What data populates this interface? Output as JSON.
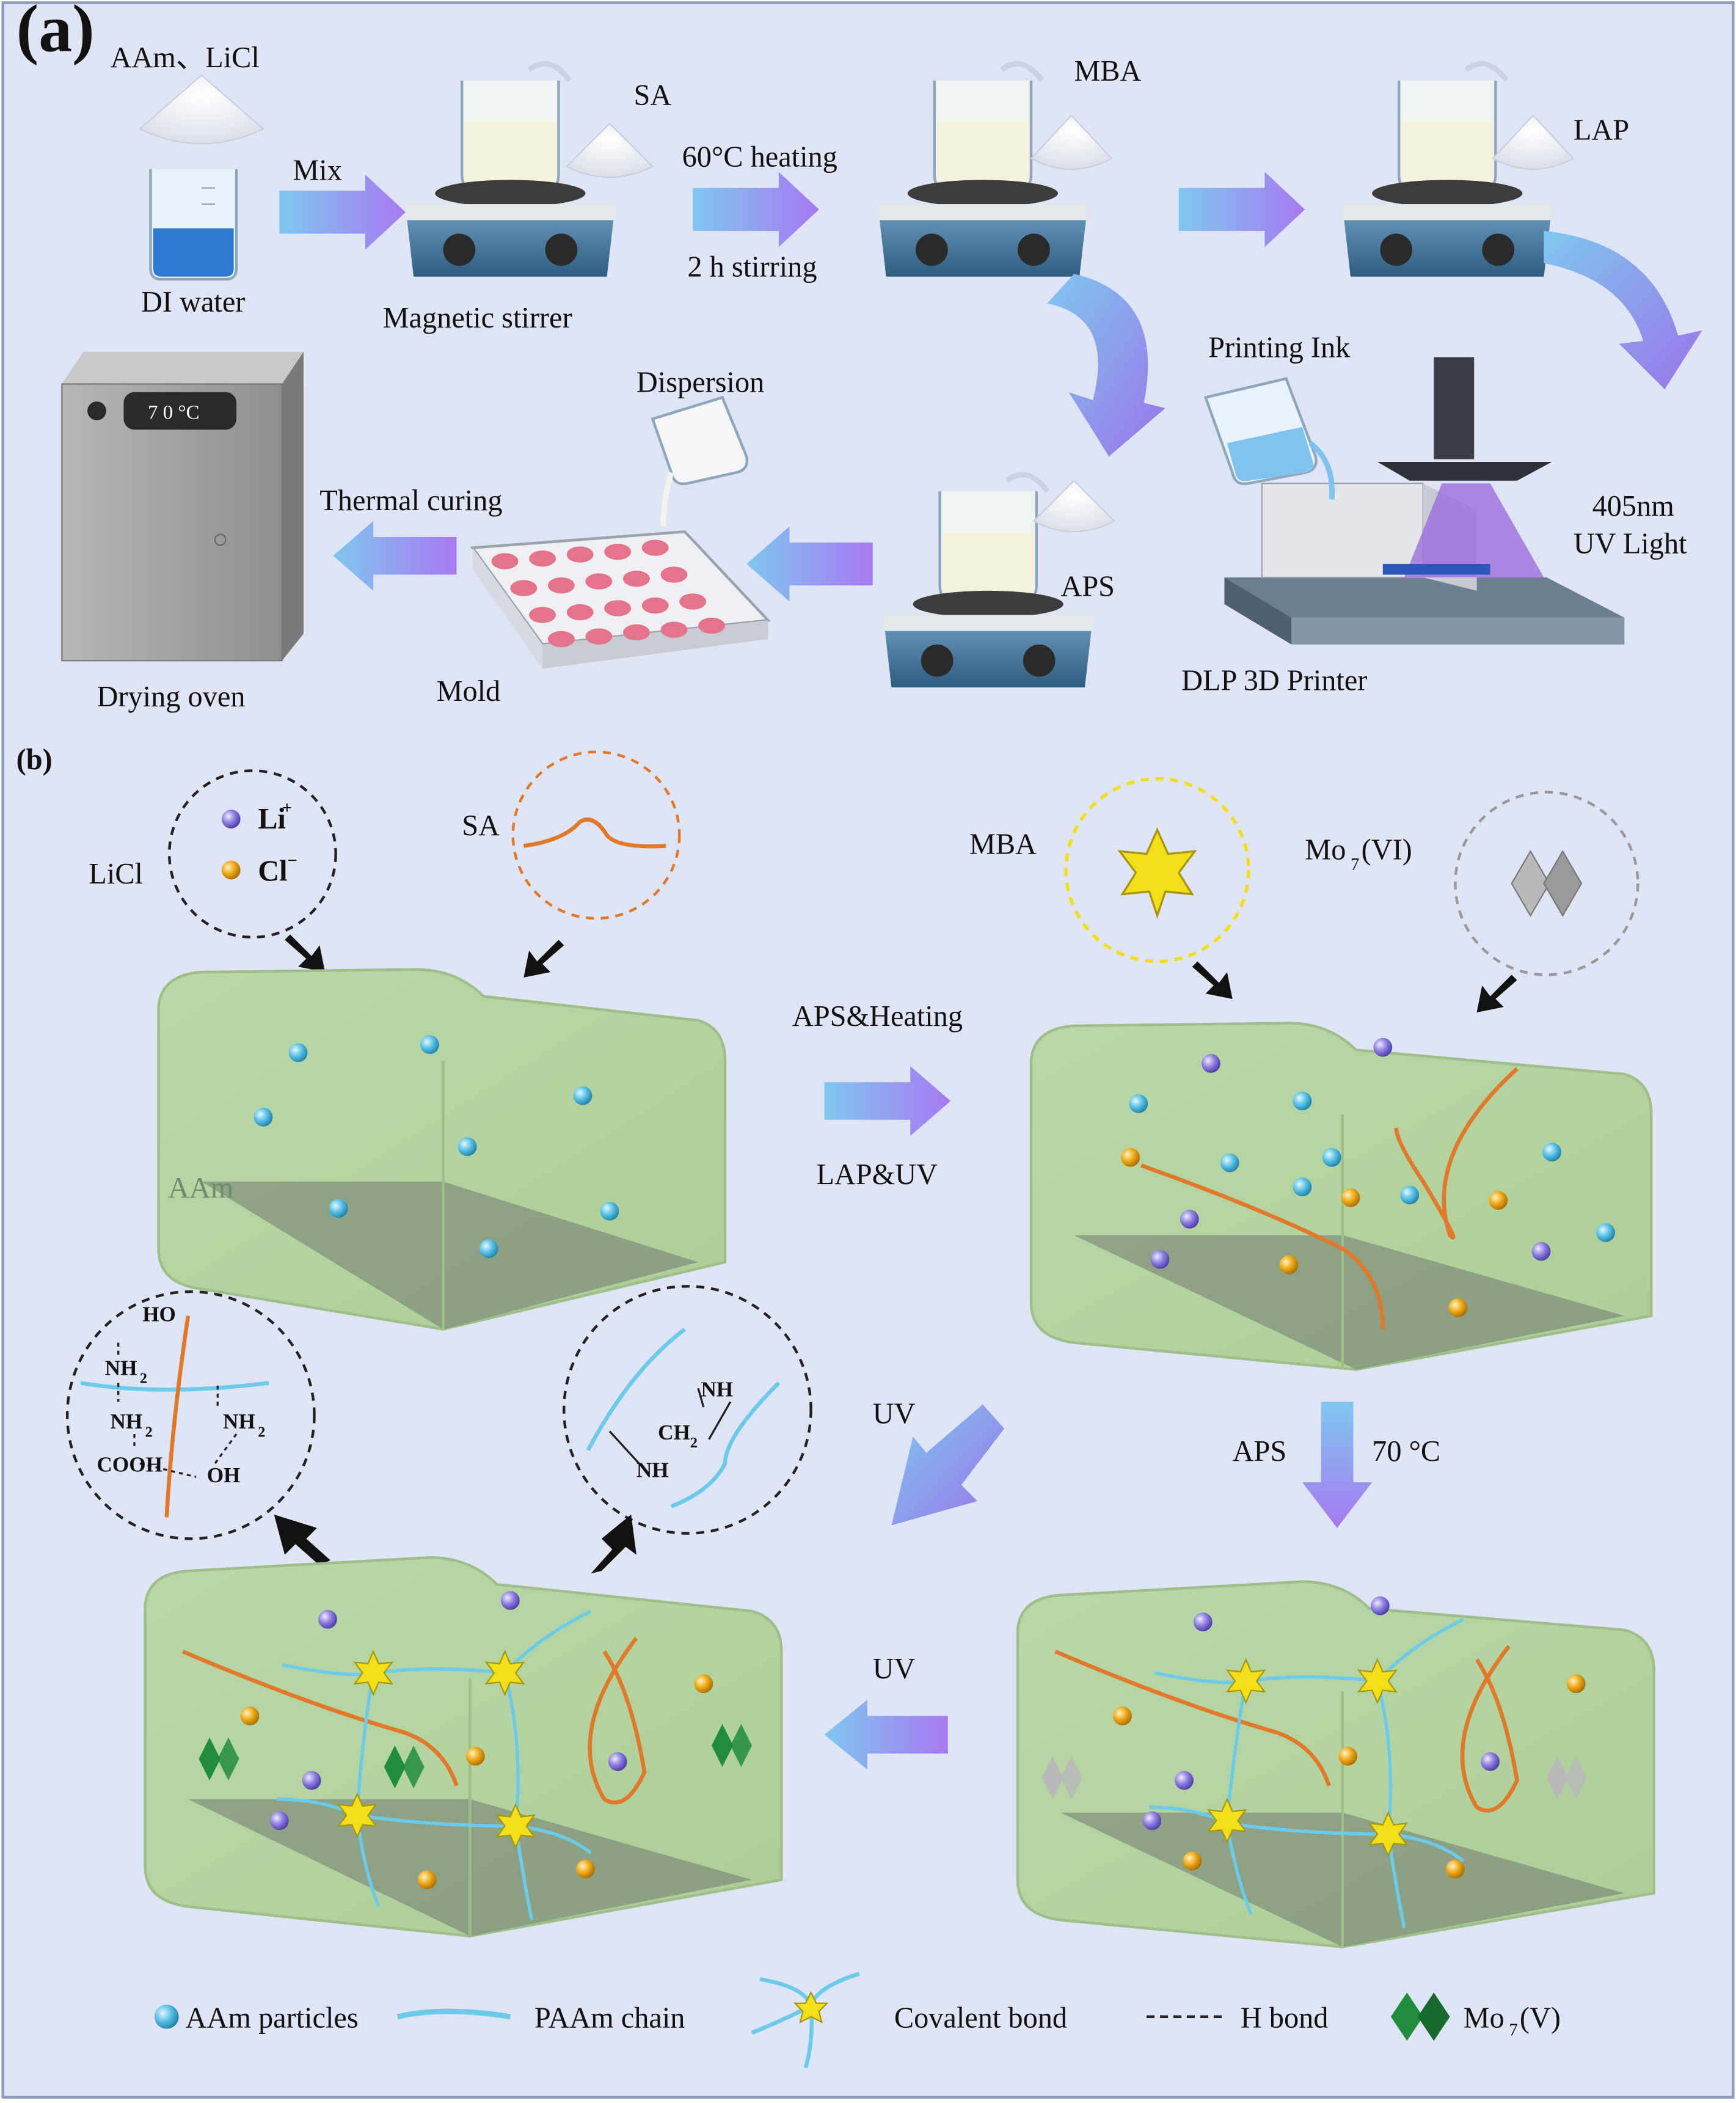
{
  "colors": {
    "frame_bg": "#dfe5f4",
    "frame_border": "#8d9bbd",
    "arrow_start": "#7fc7f0",
    "arrow_end": "#a779f0",
    "box_green": "#bdd8a6",
    "sa_orange": "#e2782a",
    "paam_blue": "#6ccbea",
    "li_purple": "#8d7fe0",
    "cl_gold": "#efaa17",
    "aam_cyan": "#59c1e6",
    "mba_star": "#f2df1a",
    "mo_green": "#1f8d3b",
    "mo_grey": "#b9b9b9"
  },
  "panel_a": {
    "label": "(a)",
    "aam_licl": "AAm、LiCl",
    "di_water": "DI water",
    "mix": "Mix",
    "sa": "SA",
    "magnetic_stirrer": "Magnetic stirrer",
    "heating": "60°C heating",
    "stirring": "2 h stirring",
    "mba": "MBA",
    "lap": "LAP",
    "printing_ink": "Printing Ink",
    "uv_405_line1": "405nm",
    "uv_405_line2": "UV Light",
    "dlp_printer": "DLP 3D Printer",
    "aps": "APS",
    "dispersion": "Dispersion",
    "mold": "Mold",
    "thermal_curing": "Thermal curing",
    "oven_display": "7 0 °C",
    "drying_oven": "Drying oven"
  },
  "panel_b": {
    "label": "(b)",
    "licl": "LiCl",
    "li_sym": "Li",
    "li_sup": "+",
    "cl_sym": "Cl",
    "cl_sup": "−",
    "sa": "SA",
    "mba": "MBA",
    "mo7_vi_main": "Mo",
    "mo7_vi_sub": "7",
    "mo7_vi_tail": "(VI)",
    "aam": "AAm",
    "aps_heating": "APS&Heating",
    "lap_uv": "LAP&UV",
    "uv_top": "UV",
    "uv_bottom": "UV",
    "aps": "APS",
    "temp": "70 °C",
    "hbond_chem": {
      "ho": "HO",
      "nh2_a": "NH",
      "nh2_b": "NH",
      "nh2_c": "NH",
      "sub2": "2",
      "cooh": "COOH",
      "oh": "OH"
    },
    "cov_chem": {
      "nh_top": "NH",
      "ch2": "CH",
      "sub2": "2",
      "nh_bottom": "NH"
    }
  },
  "legend": {
    "aam_particles": "AAm particles",
    "paam_chain": "PAAm chain",
    "covalent_bond": "Covalent bond",
    "h_bond": "H bond",
    "mo7v_main": "Mo",
    "mo7v_sub": "7",
    "mo7v_tail": "(V)"
  }
}
